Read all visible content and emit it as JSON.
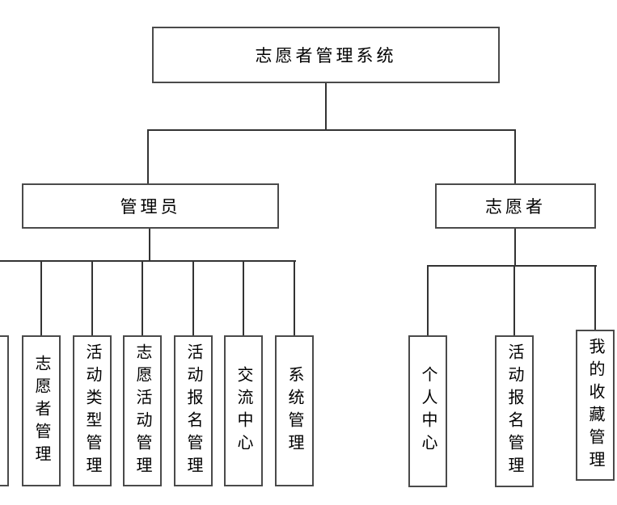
{
  "page": {
    "background": "#ffffff"
  },
  "diagram": {
    "type": "org-tree",
    "root": {
      "label": "志愿者管理系统"
    },
    "branches": [
      {
        "label": "管理员",
        "children": [
          {
            "label": "志愿者管理"
          },
          {
            "label": "活动类型管理"
          },
          {
            "label": "志愿活动管理"
          },
          {
            "label": "活动报名管理"
          },
          {
            "label": "交流中心"
          },
          {
            "label": "系统管理"
          }
        ]
      },
      {
        "label": "志愿者",
        "children": [
          {
            "label": "个人中心"
          },
          {
            "label": "活动报名管理"
          },
          {
            "label": "我的收藏管理"
          }
        ]
      }
    ],
    "clipped_leaf": {
      "label": ""
    },
    "colors": {
      "line": "#333333",
      "box_border": "#4a4a4a",
      "box_background": "#ffffff",
      "text": "#000000"
    }
  }
}
